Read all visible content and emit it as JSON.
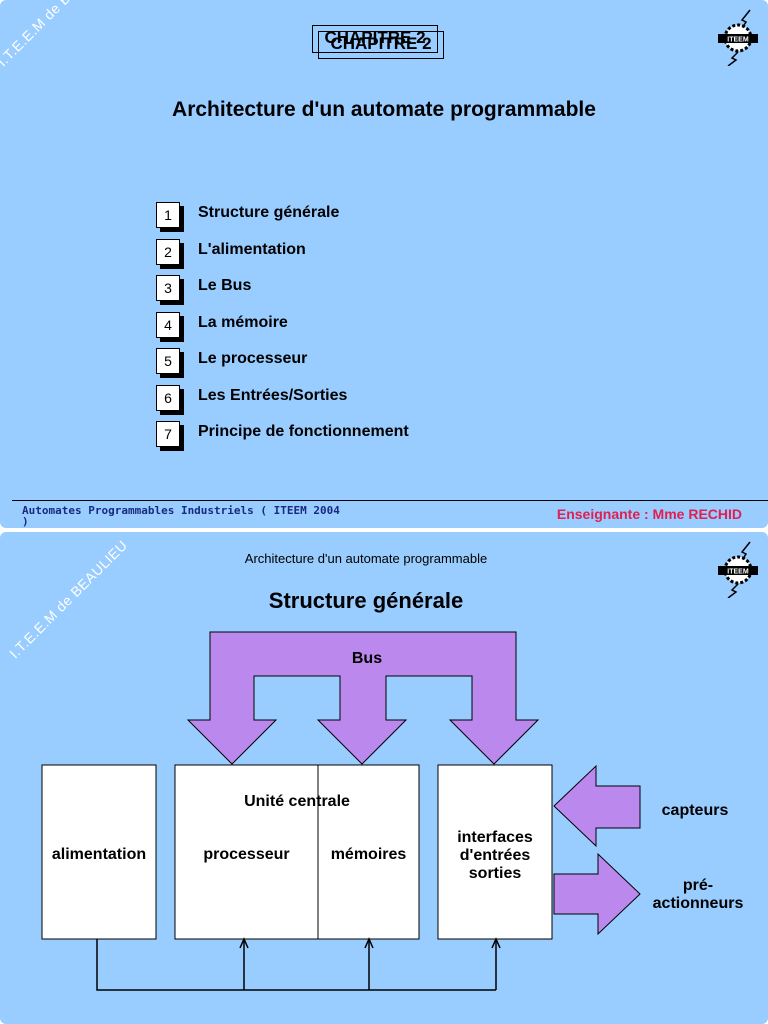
{
  "slide1": {
    "watermark": "I.T.E.E.M de BEAULIEU",
    "chapter": "CHAPITRE 2",
    "title": "Architecture d'un automate programmable",
    "toc": [
      {
        "num": "1",
        "label": "Structure générale"
      },
      {
        "num": "2",
        "label": "L'alimentation"
      },
      {
        "num": "3",
        "label": "Le Bus"
      },
      {
        "num": "4",
        "label": "La mémoire"
      },
      {
        "num": "5",
        "label": "Le processeur"
      },
      {
        "num": "6",
        "label": "Les Entrées/Sorties"
      },
      {
        "num": "7",
        "label": "Principe de fonctionnement"
      }
    ],
    "footer_left": "Automates Programmables Industriels   ( ITEEM 2004 )",
    "footer_right": "Enseignante : Mme RECHID",
    "logo_text": "ITEEM"
  },
  "slide2": {
    "watermark": "I.T.E.E.M de BEAULIEU",
    "subtitle": "Architecture d'un automate programmable",
    "title": "Structure générale",
    "logo_text": "ITEEM",
    "diagram": {
      "bus": "Bus",
      "alimentation": "alimentation",
      "unite_centrale": "Unité centrale",
      "processeur": "processeur",
      "memoires": "mémoires",
      "interfaces": "interfaces d'entrées sorties",
      "capteurs": "capteurs",
      "preactionneurs": "pré- actionneurs"
    }
  },
  "colors": {
    "background": "#99ccff",
    "arrow_fill": "#bb88ee",
    "footer_right": "#e02050",
    "footer_left": "#1a2a80"
  }
}
